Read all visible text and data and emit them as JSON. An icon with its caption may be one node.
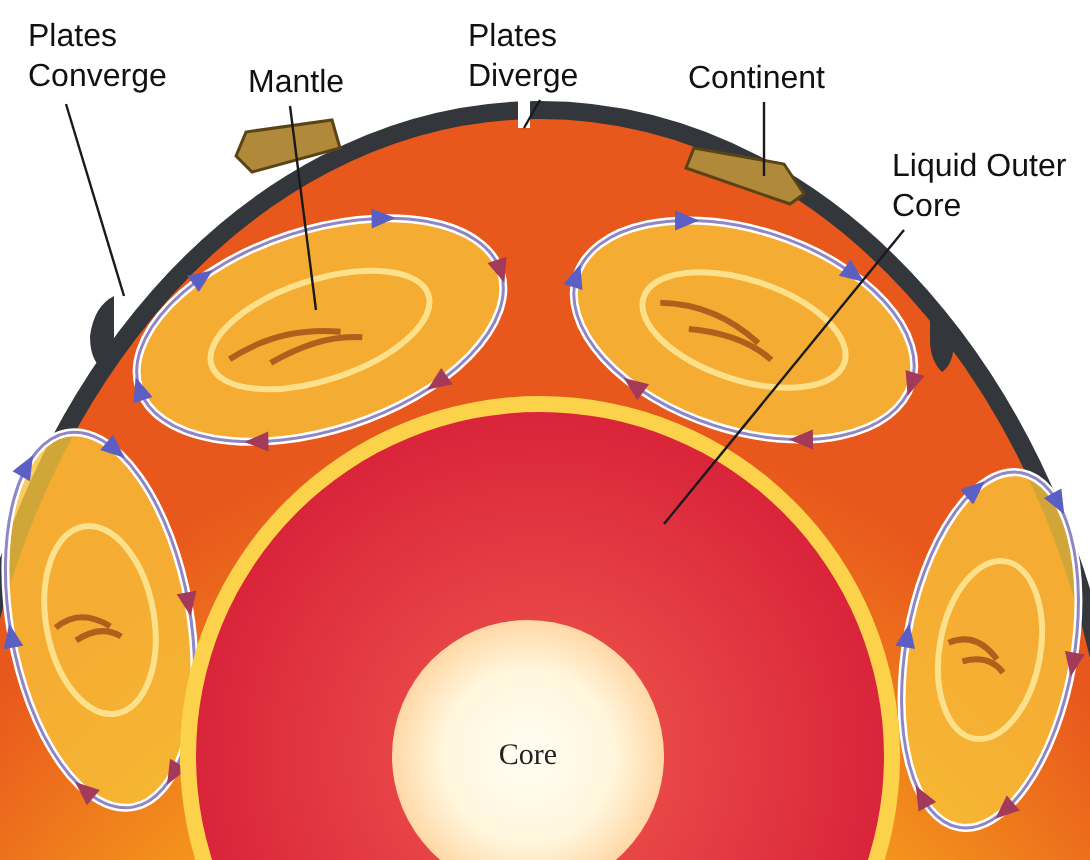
{
  "diagram": {
    "nodes": [
      {
        "text": [
          "Plates Converge"
        ]
      },
      {
        "text": [
          "Mantle"
        ]
      },
      {
        "text": [
          "Plates Diverge"
        ]
      },
      {
        "text": [
          "Continent"
        ]
      },
      {
        "text": [
          "Liquid Outer Core"
        ]
      },
      {
        "text": [
          "Core"
        ]
      }
    ],
    "edges": [
      {
        "from": 0,
        "to": null,
        "arrow": "none"
      },
      {
        "from": 1,
        "to": null,
        "arrow": "none"
      },
      {
        "from": 2,
        "to": null,
        "arrow": "none"
      },
      {
        "from": 3,
        "to": null,
        "arrow": "none"
      },
      {
        "from": 4,
        "to": null,
        "arrow": "none"
      }
    ]
  }
}
